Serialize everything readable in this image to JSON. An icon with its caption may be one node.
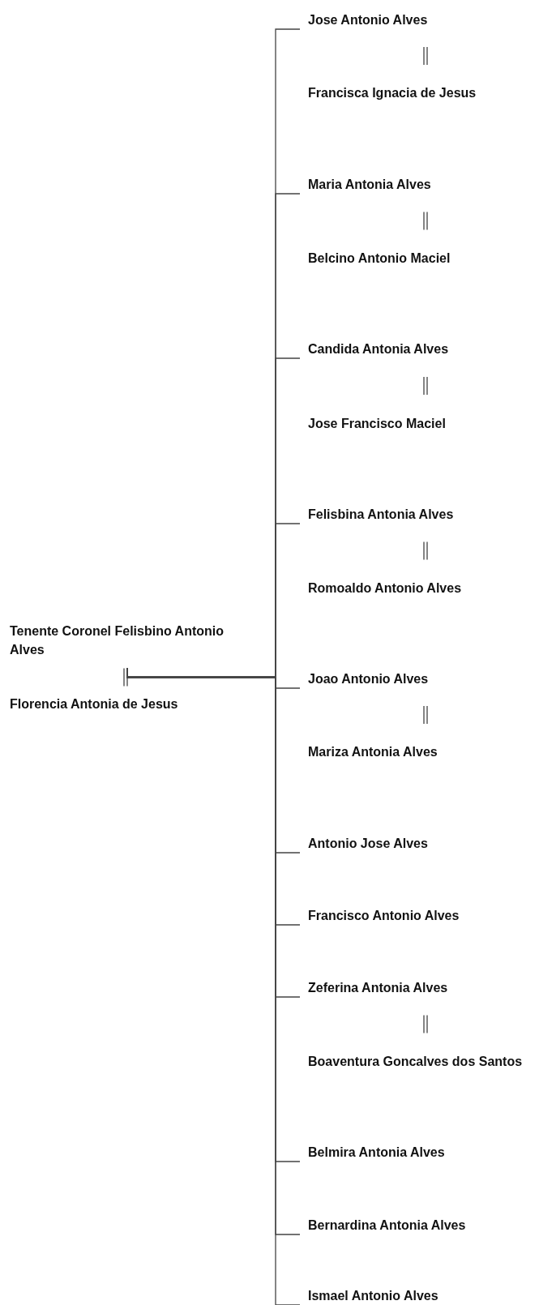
{
  "diagram": {
    "nodes": [
      {
        "text": [
          "Tenente Coronel Felisbino Antonio Alves"
        ]
      },
      {
        "text": [
          "Florencia Antonia de Jesus"
        ]
      },
      {
        "text": [
          "Jose Antonio Alves"
        ]
      },
      {
        "text": [
          "Francisca Ignacia de Jesus"
        ]
      },
      {
        "text": [
          "Maria Antonia Alves"
        ]
      },
      {
        "text": [
          "Belcino Antonio Maciel"
        ]
      },
      {
        "text": [
          "Candida Antonia Alves"
        ]
      },
      {
        "text": [
          "Jose Francisco Maciel"
        ]
      },
      {
        "text": [
          "Felisbina Antonia Alves"
        ]
      },
      {
        "text": [
          "Romoaldo Antonio Alves"
        ]
      },
      {
        "text": [
          "Joao Antonio Alves"
        ]
      },
      {
        "text": [
          "Mariza Antonia Alves"
        ]
      },
      {
        "text": [
          "Antonio Jose Alves"
        ]
      },
      {
        "text": [
          "Francisco Antonio Alves"
        ]
      },
      {
        "text": [
          "Zeferina Antonia Alves"
        ]
      },
      {
        "text": [
          "Boaventura Goncalves dos Santos"
        ]
      },
      {
        "text": [
          "Belmira Antonia Alves"
        ]
      },
      {
        "text": [
          "Bernardina Antonia Alves"
        ]
      },
      {
        "text": [
          "Ismael Antonio Alves"
        ]
      }
    ],
    "edges": [
      {
        "from": 0,
        "to": 1,
        "arrow": "none"
      },
      {
        "from": 2,
        "to": 3,
        "arrow": "none"
      },
      {
        "from": 4,
        "to": 5,
        "arrow": "none"
      },
      {
        "from": 6,
        "to": 7,
        "arrow": "none"
      },
      {
        "from": 8,
        "to": 9,
        "arrow": "none"
      },
      {
        "from": 10,
        "to": 11,
        "arrow": "none"
      },
      {
        "from": 14,
        "to": 15,
        "arrow": "none"
      },
      {
        "from": 0,
        "to": 2,
        "arrow": "none"
      },
      {
        "from": 0,
        "to": 4,
        "arrow": "none"
      },
      {
        "from": 0,
        "to": 6,
        "arrow": "none"
      },
      {
        "from": 0,
        "to": 8,
        "arrow": "none"
      },
      {
        "from": 0,
        "to": 10,
        "arrow": "none"
      },
      {
        "from": 0,
        "to": 12,
        "arrow": "none"
      },
      {
        "from": 0,
        "to": 13,
        "arrow": "none"
      },
      {
        "from": 0,
        "to": 14,
        "arrow": "none"
      },
      {
        "from": 0,
        "to": 16,
        "arrow": "none"
      },
      {
        "from": 0,
        "to": 17,
        "arrow": "none"
      },
      {
        "from": 0,
        "to": 18,
        "arrow": "none"
      }
    ]
  }
}
